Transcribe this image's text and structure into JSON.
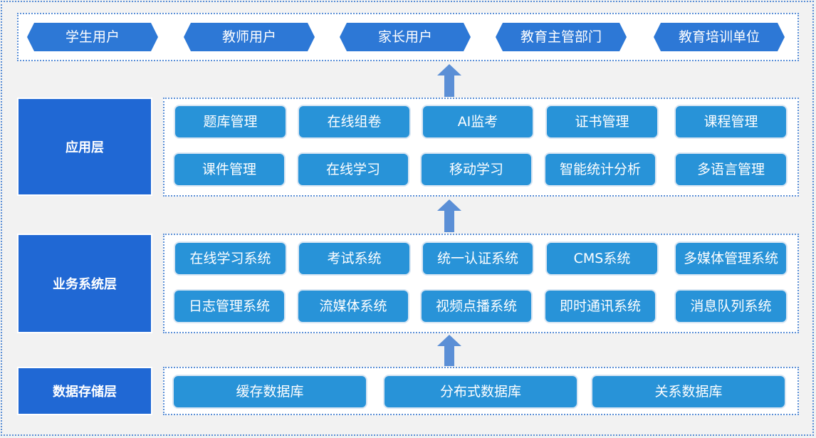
{
  "users": [
    "学生用户",
    "教师用户",
    "家长用户",
    "教育主管部门",
    "教育培训单位"
  ],
  "layers": {
    "app": {
      "label": "应用层",
      "row1": [
        "题库管理",
        "在线组卷",
        "AI监考",
        "证书管理",
        "课程管理"
      ],
      "row2": [
        "课件管理",
        "在线学习",
        "移动学习",
        "智能统计分析",
        "多语言管理"
      ]
    },
    "business": {
      "label": "业务系统层",
      "row1": [
        "在线学习系统",
        "考试系统",
        "统一认证系统",
        "CMS系统",
        "多媒体管理系统"
      ],
      "row2": [
        "日志管理系统",
        "流媒体系统",
        "视频点播系统",
        "即时通讯系统",
        "消息队列系统"
      ]
    },
    "data": {
      "label": "数据存储层",
      "items": [
        "缓存数据库",
        "分布式数据库",
        "关系数据库"
      ]
    }
  },
  "colors": {
    "background": "#f2f2f2",
    "border_dotted": "#5b8fd6",
    "hex_fill": "#2d78d6",
    "label_fill": "#2068d4",
    "pill_fill": "#2893d8",
    "arrow_fill": "#5b8fd6"
  },
  "icons": [
    "up-arrow-icon"
  ]
}
